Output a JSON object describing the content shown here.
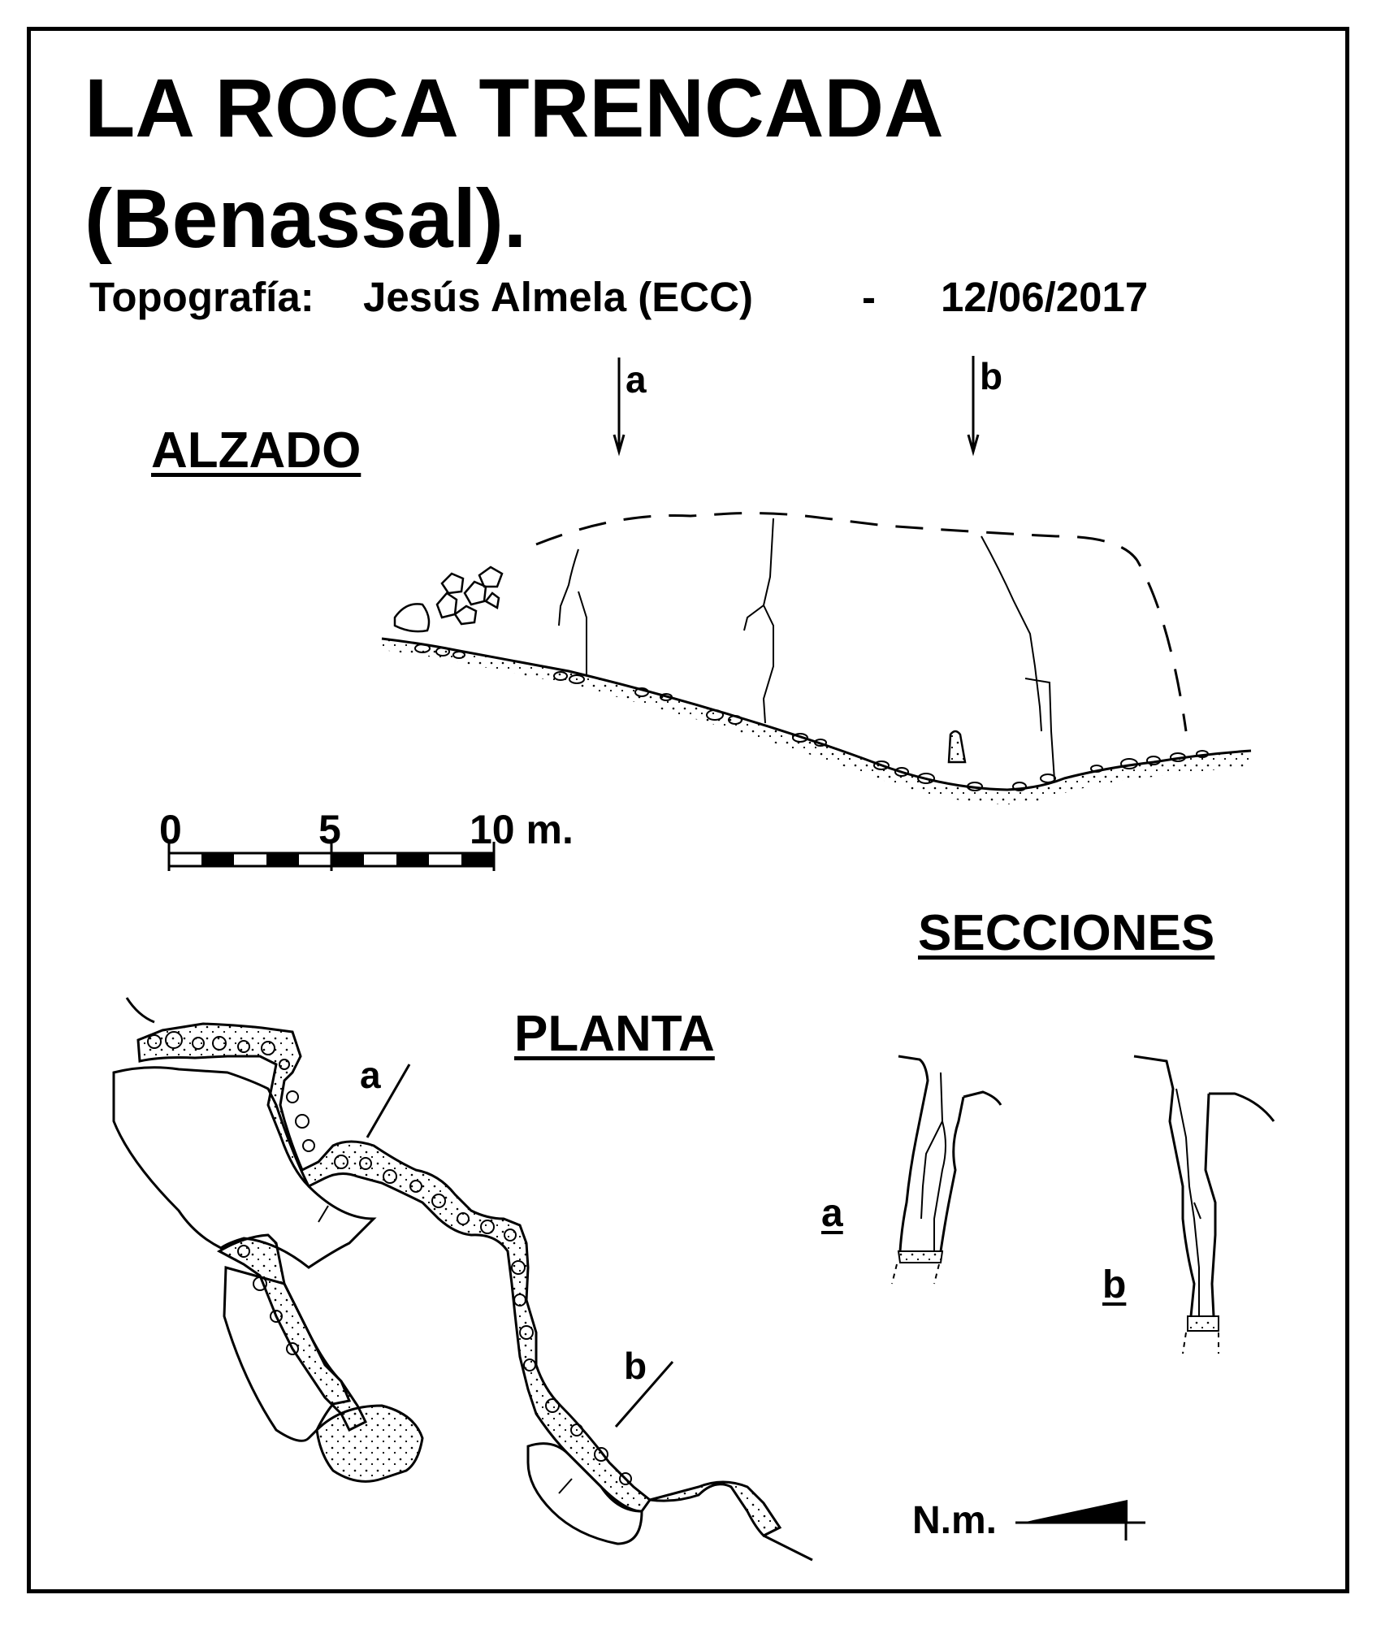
{
  "title": {
    "line1": "LA  ROCA  TRENCADA",
    "line2": "(Benassal)."
  },
  "credit": {
    "label": "Topografía:",
    "author": "Jesús Almela  (ECC)",
    "separator": "-",
    "date": "12/06/2017"
  },
  "sections_titles": {
    "elevation": "ALZADO",
    "plan": "PLANTA",
    "sections": "SECCIONES"
  },
  "markers": {
    "a": "a",
    "b": "b"
  },
  "scale_bar": {
    "tick_0": "0",
    "tick_5": "5",
    "tick_10": "10 m."
  },
  "north": {
    "label": "N.m."
  }
}
